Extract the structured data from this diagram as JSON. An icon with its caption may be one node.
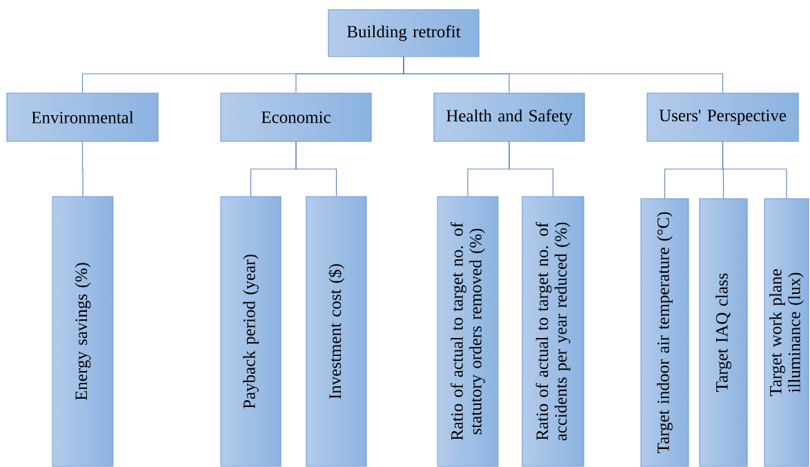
{
  "diagram": {
    "nodes": [
      {
        "text": [
          "Building retrofit"
        ]
      },
      {
        "text": [
          "Environmental"
        ]
      },
      {
        "text": [
          "Economic"
        ]
      },
      {
        "text": [
          "Health and Safety"
        ]
      },
      {
        "text": [
          "Users' Perspective"
        ]
      },
      {
        "text": [
          "Energy savings (%)"
        ]
      },
      {
        "text": [
          "Payback period (year)"
        ]
      },
      {
        "text": [
          "Investment cost ($)"
        ]
      },
      {
        "text": [
          "Ratio of actual to target no. of statutory orders removed (%)"
        ]
      },
      {
        "text": [
          "Ratio of actual to target no. of accidents per year reduced (%)"
        ]
      },
      {
        "text": [
          "Target indoor air temperature (°C)"
        ]
      },
      {
        "text": [
          "Target IAQ class"
        ]
      },
      {
        "text": [
          "Target work plane illuminance (lux)"
        ]
      }
    ],
    "edges": [
      {
        "from": 0,
        "to": 1,
        "arrow": "none"
      },
      {
        "from": 0,
        "to": 2,
        "arrow": "none"
      },
      {
        "from": 0,
        "to": 3,
        "arrow": "none"
      },
      {
        "from": 0,
        "to": 4,
        "arrow": "none"
      },
      {
        "from": 1,
        "to": 5,
        "arrow": "none"
      },
      {
        "from": 2,
        "to": 6,
        "arrow": "none"
      },
      {
        "from": 2,
        "to": 7,
        "arrow": "none"
      },
      {
        "from": 3,
        "to": 8,
        "arrow": "none"
      },
      {
        "from": 3,
        "to": 9,
        "arrow": "none"
      },
      {
        "from": 4,
        "to": 10,
        "arrow": "none"
      },
      {
        "from": 4,
        "to": 11,
        "arrow": "none"
      },
      {
        "from": 4,
        "to": 12,
        "arrow": "none"
      }
    ]
  }
}
